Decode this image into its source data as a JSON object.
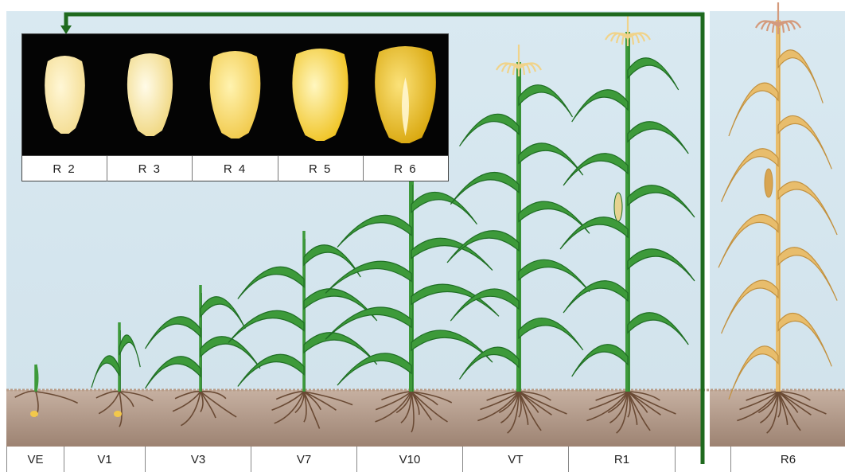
{
  "figure": {
    "kernel_stages": [
      "R 2",
      "R 3",
      "R 4",
      "R 5",
      "R 6"
    ],
    "growth_stages": [
      "VE",
      "V1",
      "V3",
      "V7",
      "V10",
      "VT",
      "R1",
      "",
      "R6"
    ]
  },
  "colors": {
    "sky": "#d5e6ef",
    "soil_top": "#c1aa9b",
    "soil_bottom": "#9c8270",
    "plant_green": "#3d9a3a",
    "plant_dark": "#1f6e24",
    "dry_plant": "#e8bd6c",
    "tassel": "#f0d38a",
    "root": "#6a4a34",
    "arrow": "#1f6a1e",
    "kernel_background": "#040404"
  }
}
